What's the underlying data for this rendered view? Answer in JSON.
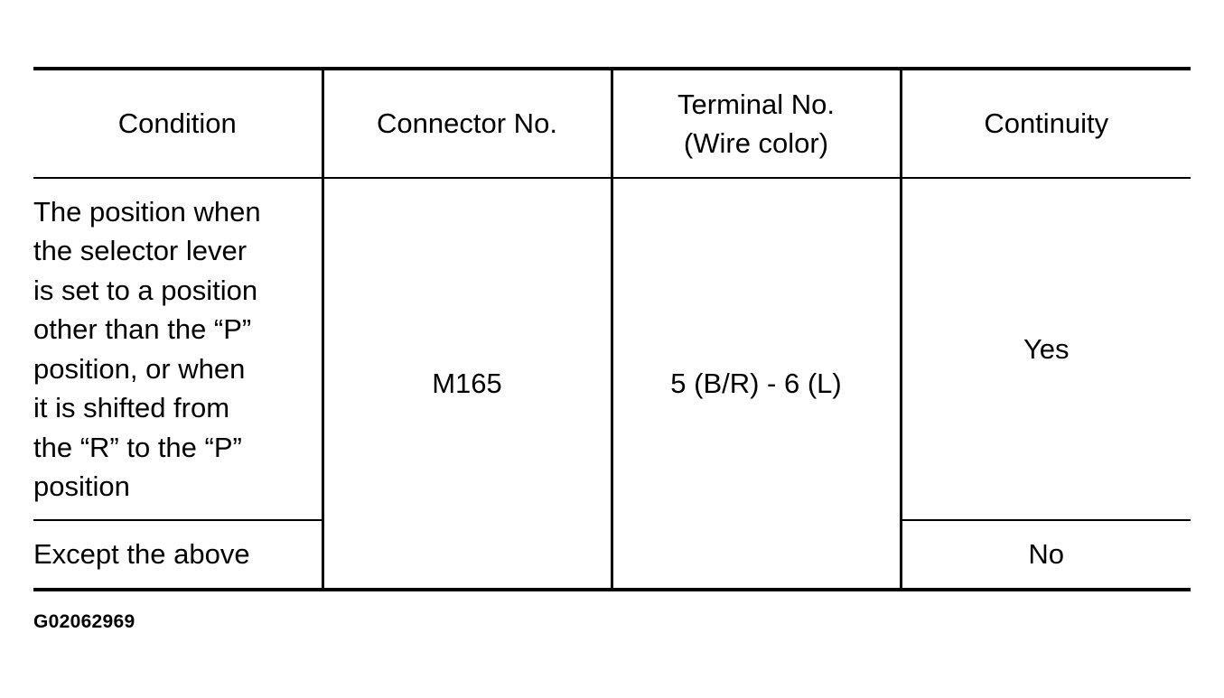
{
  "table": {
    "headers": {
      "condition": "Condition",
      "connector": "Connector No.",
      "terminal_line1": "Terminal No.",
      "terminal_line2": "(Wire color)",
      "continuity": "Continuity"
    },
    "rows": [
      {
        "condition_lines": [
          "The position when",
          "the selector lever",
          "is set to a position",
          "other than the “P”",
          "position, or when",
          "it is shifted from",
          "the “R” to the “P”",
          "position"
        ],
        "continuity": "Yes"
      },
      {
        "condition": "Except the above",
        "continuity": "No"
      }
    ],
    "connector": "M165",
    "terminal": "5 (B/R) - 6 (L)"
  },
  "figure_id": "G02062969"
}
